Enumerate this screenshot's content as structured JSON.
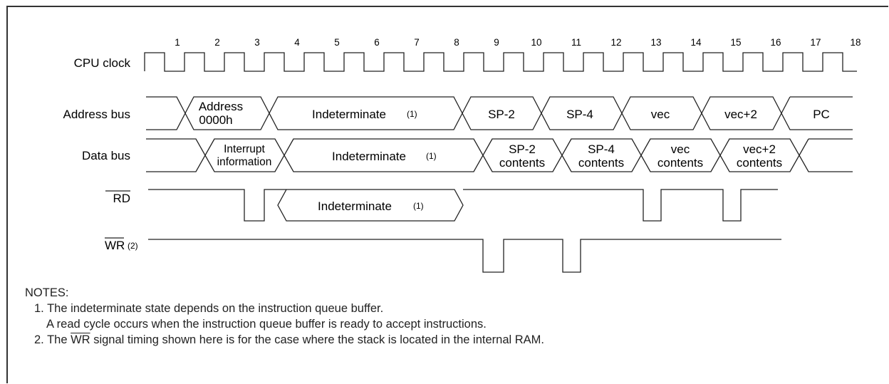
{
  "signals": {
    "cpu_clock": "CPU clock",
    "address_bus": "Address bus",
    "data_bus": "Data bus",
    "rd": "RD",
    "wr": "WR",
    "wr_ref": "(2)"
  },
  "clock_numbers": [
    "1",
    "2",
    "3",
    "4",
    "5",
    "6",
    "7",
    "8",
    "9",
    "10",
    "11",
    "12",
    "13",
    "14",
    "15",
    "16",
    "17",
    "18"
  ],
  "address_cells": {
    "address_l1": "Address",
    "address_l2": "0000h",
    "indeterminate": "Indeterminate",
    "ref": "(1)",
    "sp2": "SP-2",
    "sp4": "SP-4",
    "vec": "vec",
    "vec2": "vec+2",
    "pc": "PC"
  },
  "data_cells": {
    "interrupt_l1": "Interrupt",
    "interrupt_l2": "information",
    "indeterminate": "Indeterminate",
    "ref": "(1)",
    "sp2_l1": "SP-2",
    "sp4_l1": "SP-4",
    "vec_l1": "vec",
    "vec2_l1": "vec+2",
    "contents": "contents"
  },
  "rd_cells": {
    "indeterminate": "Indeterminate",
    "ref": "(1)"
  },
  "notes": {
    "heading": "NOTES:",
    "n1_prefix": "1.",
    "n1_line1": "The indeterminate state depends on the instruction queue buffer.",
    "n1_line2": "A read cycle occurs when the instruction queue buffer is ready to accept instructions.",
    "n2_prefix": "2.",
    "n2_before": "The",
    "n2_signal": "WR",
    "n2_after": "signal timing shown here is for the case where the stack is located in the internal RAM."
  }
}
